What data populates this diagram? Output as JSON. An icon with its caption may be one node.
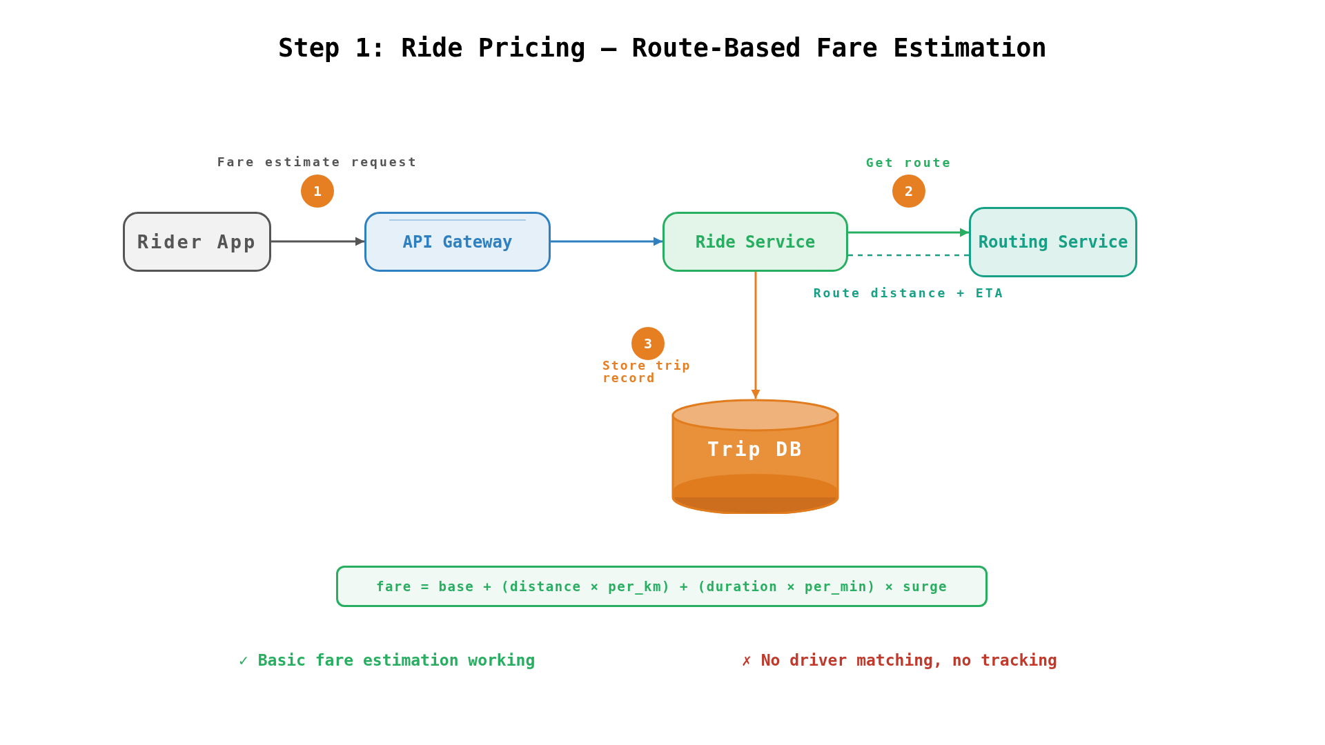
{
  "diagram": {
    "title": "Step 1: Ride Pricing — Route-Based Fare Estimation",
    "nodes": [
      {
        "text": [
          "Rider App"
        ]
      },
      {
        "text": [
          "API Gateway"
        ]
      },
      {
        "text": [
          "Ride Service"
        ]
      },
      {
        "text": [
          "Routing Service"
        ]
      },
      {
        "text": [
          "Trip DB"
        ]
      },
      {
        "text": [
          "fare = base + (distance × per_km) + (duration × per_min) × surge"
        ]
      }
    ],
    "edges": [
      {
        "from": 0,
        "to": 1,
        "arrow": "to",
        "color": "#555555"
      },
      {
        "from": 1,
        "to": 2,
        "arrow": "to",
        "color": "#2e80c0"
      },
      {
        "from": 2,
        "to": 3,
        "arrow": "to",
        "color": "#27ae60"
      },
      {
        "from": 3,
        "to": 2,
        "arrow": "none",
        "label": "Route distance + ETA",
        "style": "dashed",
        "color": "#16a085"
      },
      {
        "from": 2,
        "to": 4,
        "arrow": "to",
        "color": "#e67e22"
      }
    ],
    "labels": [
      "Fare estimate request",
      "1",
      "Get route",
      "2",
      "3",
      "Store trip record",
      "✓ Basic fare estimation working",
      "✗ No driver matching, no tracking"
    ]
  }
}
